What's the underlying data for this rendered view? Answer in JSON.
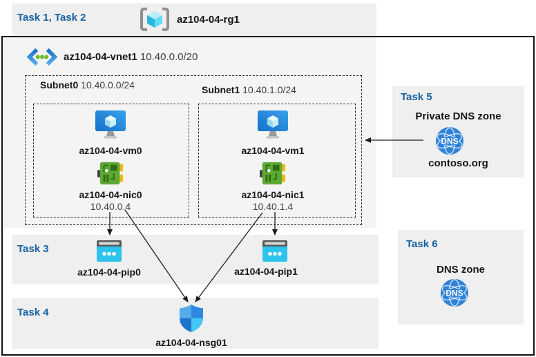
{
  "colors": {
    "task_text": "#17619f",
    "band_bg": "#efefef",
    "vnet_bg": "#f4f4f4",
    "arrow": "#1c1c1c"
  },
  "header_band": {
    "task_label": "Task 1, Task 2",
    "rg_name": "az104-04-rg1"
  },
  "vnet": {
    "name": "az104-04-vnet1",
    "cidr": "10.40.0.0/20",
    "subnets": [
      {
        "name": "Subnet0",
        "cidr": "10.40.0.0/24",
        "vm": "az104-04-vm0",
        "nic": "az104-04-nic0",
        "ip": "10.40.0.4"
      },
      {
        "name": "Subnet1",
        "cidr": "10.40.1.0/24",
        "vm": "az104-04-vm1",
        "nic": "az104-04-nic1",
        "ip": "10.40.1.4"
      }
    ]
  },
  "task3": {
    "label": "Task 3",
    "pip0": "az104-04-pip0",
    "pip1": "az104-04-pip1"
  },
  "task4": {
    "label": "Task 4",
    "nsg": "az104-04-nsg01"
  },
  "task5": {
    "label": "Task 5",
    "title": "Private DNS zone",
    "zone": "contoso.org",
    "icon_text": "DNS"
  },
  "task6": {
    "label": "Task 6",
    "title": "DNS zone",
    "icon_text": "DNS"
  }
}
